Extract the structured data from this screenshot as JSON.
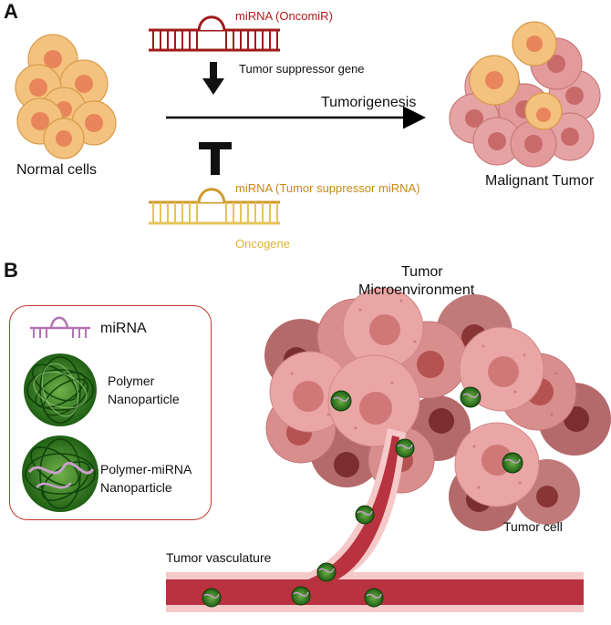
{
  "panel_a": {
    "label": "A",
    "normal_cells": "Normal cells",
    "malignant_tumor": "Malignant Tumor",
    "tumorigenesis": "Tumorigenesis",
    "oncomir_label": "miRNA (OncomiR)",
    "tumor_suppressor_gene": "Tumor suppressor gene",
    "suppressor_mirna_label": "miRNA (Tumor suppressor miRNA)",
    "oncogene": "Oncogene"
  },
  "panel_b": {
    "label": "B",
    "microenvironment_line1": "Tumor",
    "microenvironment_line2": "Microenvironment",
    "tumor_cell": "Tumor cell",
    "tumor_vasculature": "Tumor vasculature",
    "legend": {
      "mirna": "miRNA",
      "polymer_line1": "Polymer",
      "polymer_line2": "Nanoparticle",
      "complex_line1": "Polymer-miRNA",
      "complex_line2": "Nanoparticle"
    }
  },
  "colors": {
    "oncomir": "#a01a1a",
    "suppressor_mirna": "#d09a2a",
    "normal_cell": "#f3c27e",
    "tumor_cell": "#e39a9a",
    "vessel": "#b8323f",
    "nanoparticle": "#2e7d1f",
    "legend_border": "#c0392b"
  }
}
